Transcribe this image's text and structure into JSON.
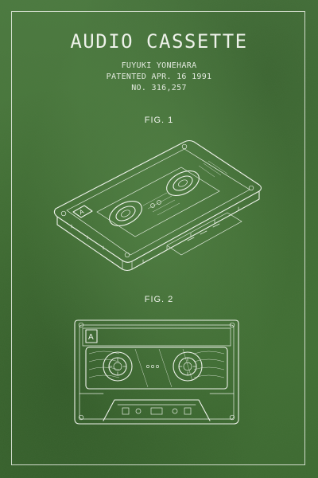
{
  "poster": {
    "title": "AUDIO CASSETTE",
    "inventor": "FUYUKI YONEHARA",
    "patented": "PATENTED APR. 16 1991",
    "number": "NO. 316,257",
    "figure_1_label": "FIG. 1",
    "figure_2_label": "FIG. 2",
    "cassette_side_letter": "A"
  },
  "colors": {
    "background": "#457437",
    "line": "#eef2ea"
  }
}
